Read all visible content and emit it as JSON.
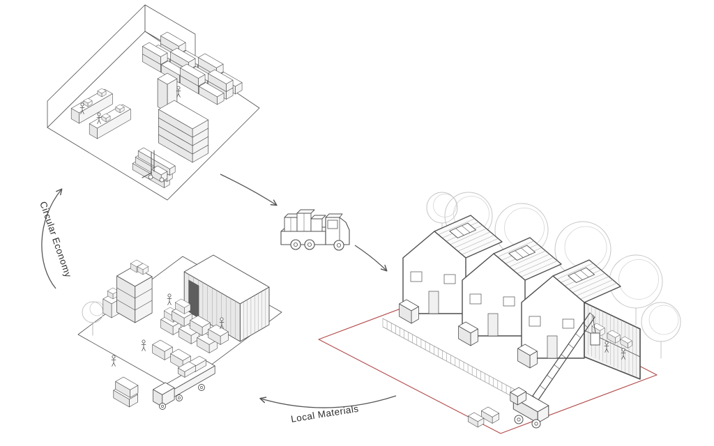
{
  "labels": {
    "circular_economy": "Circular Economy",
    "local_materials": "Local Materials"
  },
  "colors": {
    "line": "#4d4d4d",
    "soft_line": "#9a9a9a",
    "boundary_red": "#b24a4a",
    "background": "#ffffff"
  },
  "icons": {
    "warehouse": "reclaimed-materials-warehouse-axonometric",
    "materials_yard": "local-materials-yard-axonometric",
    "construction_site": "terraced-housing-construction-site-axonometric",
    "truck": "flatbed-delivery-truck",
    "crane": "mobile-crane",
    "arrows": "process-flow-arrows"
  }
}
